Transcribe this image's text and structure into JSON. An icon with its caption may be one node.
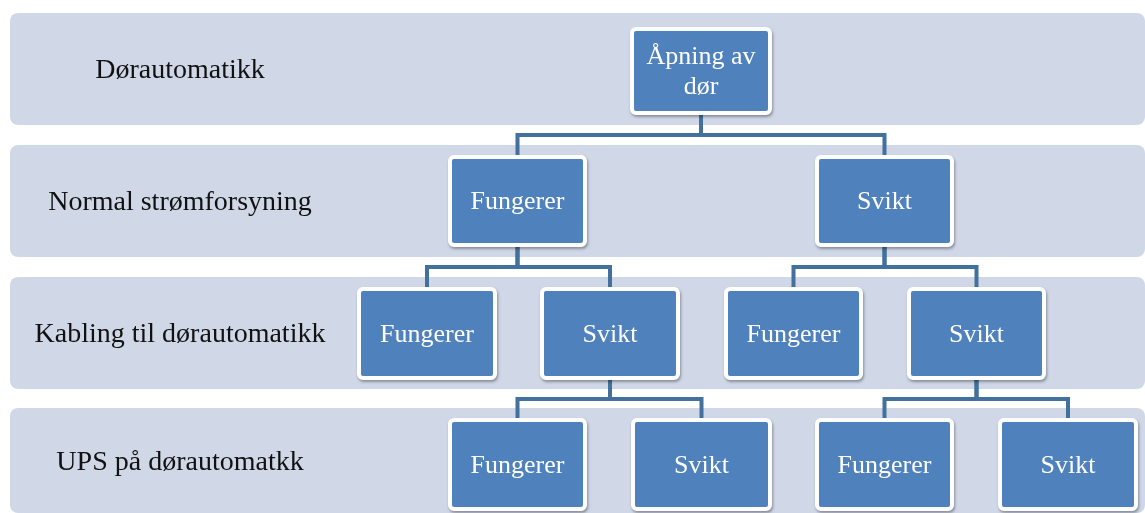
{
  "diagram": {
    "nodes": [
      {
        "text": [
          "Dørautomatikk"
        ]
      },
      {
        "text": [
          "Åpning av dør"
        ],
        "in": 0
      },
      {
        "text": [
          "Normal strømforsyning"
        ]
      },
      {
        "text": [
          "Fungerer"
        ],
        "in": 2
      },
      {
        "text": [
          "Svikt"
        ],
        "in": 2
      },
      {
        "text": [
          "Kabling til dørautomatikk"
        ]
      },
      {
        "text": [
          "Fungerer"
        ],
        "in": 5
      },
      {
        "text": [
          "Svikt"
        ],
        "in": 5
      },
      {
        "text": [
          "Fungerer"
        ],
        "in": 5
      },
      {
        "text": [
          "Svikt"
        ],
        "in": 5
      },
      {
        "text": [
          "UPS på dørautomatkk"
        ]
      },
      {
        "text": [
          "Fungerer"
        ],
        "in": 10
      },
      {
        "text": [
          "Svikt"
        ],
        "in": 10
      },
      {
        "text": [
          "Fungerer"
        ],
        "in": 10
      },
      {
        "text": [
          "Svikt"
        ],
        "in": 10
      }
    ],
    "edges": [
      {
        "from": 1,
        "to": 3,
        "arrow": "none"
      },
      {
        "from": 1,
        "to": 4,
        "arrow": "none"
      },
      {
        "from": 3,
        "to": 6,
        "arrow": "none"
      },
      {
        "from": 3,
        "to": 7,
        "arrow": "none"
      },
      {
        "from": 4,
        "to": 8,
        "arrow": "none"
      },
      {
        "from": 4,
        "to": 9,
        "arrow": "none"
      },
      {
        "from": 7,
        "to": 11,
        "arrow": "none"
      },
      {
        "from": 7,
        "to": 12,
        "arrow": "none"
      },
      {
        "from": 9,
        "to": 13,
        "arrow": "none"
      },
      {
        "from": 9,
        "to": 14,
        "arrow": "none"
      }
    ]
  }
}
